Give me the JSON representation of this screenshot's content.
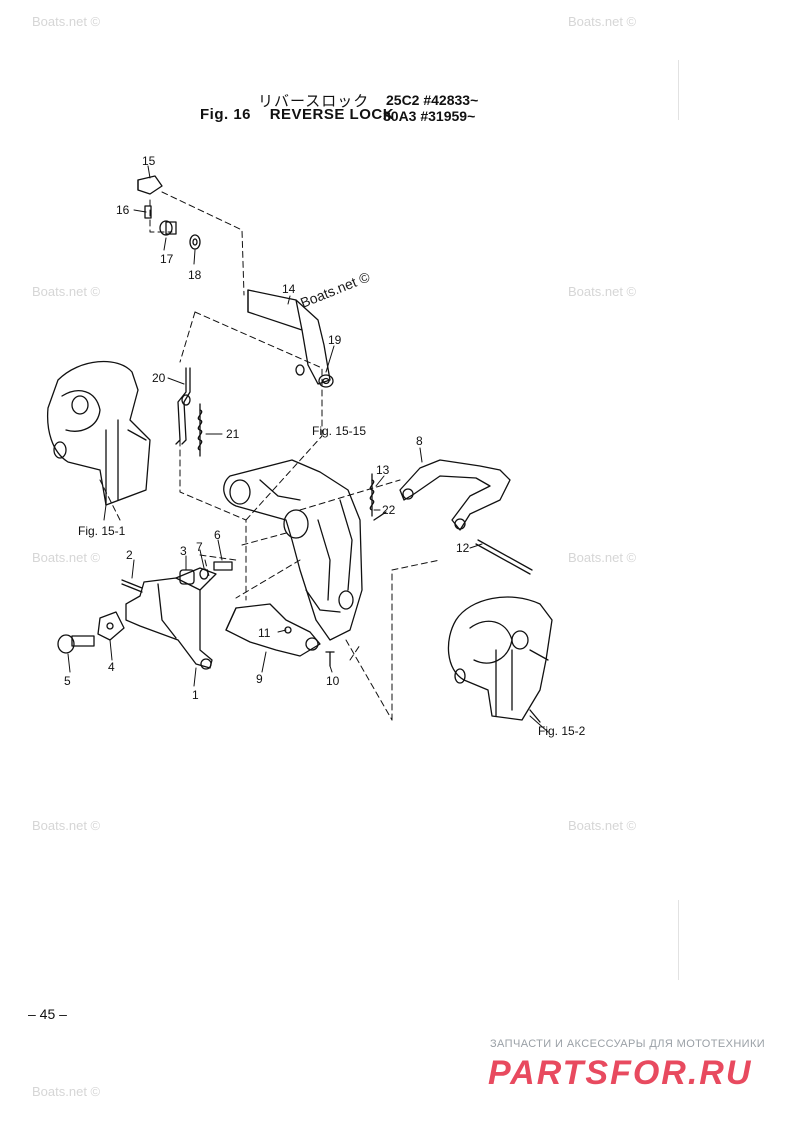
{
  "header": {
    "title_jp": "リバースロック",
    "fig_number": "Fig. 16",
    "title_en": "REVERSE LOCK",
    "serial_1": "25C2 #42833~",
    "serial_2": "30A3 #31959~"
  },
  "watermarks": {
    "light_text": "Boats.net ©",
    "dark_text": "Boats.net ©"
  },
  "figure_refs": {
    "ref_15_1": "Fig. 15-1",
    "ref_15_15": "Fig. 15-15",
    "ref_15_2": "Fig. 15-2"
  },
  "part_labels": {
    "p1": "1",
    "p2": "2",
    "p3": "3",
    "p4": "4",
    "p5": "5",
    "p6": "6",
    "p7": "7",
    "p8": "8",
    "p9": "9",
    "p10": "10",
    "p11": "11",
    "p12": "12",
    "p13": "13",
    "p14": "14",
    "p15": "15",
    "p16": "16",
    "p17": "17",
    "p18": "18",
    "p19": "19",
    "p20": "20",
    "p21": "21",
    "p22": "22"
  },
  "footer": {
    "page_number": "– 45 –",
    "brand_tagline": "ЗАПЧАСТИ И АКСЕССУАРЫ ДЛЯ МОТОТЕХНИКИ",
    "brand_name": "PARTSFOR.RU"
  },
  "colors": {
    "line": "#111111",
    "watermark": "#d6d6d6",
    "brand": "#e84a5f"
  }
}
